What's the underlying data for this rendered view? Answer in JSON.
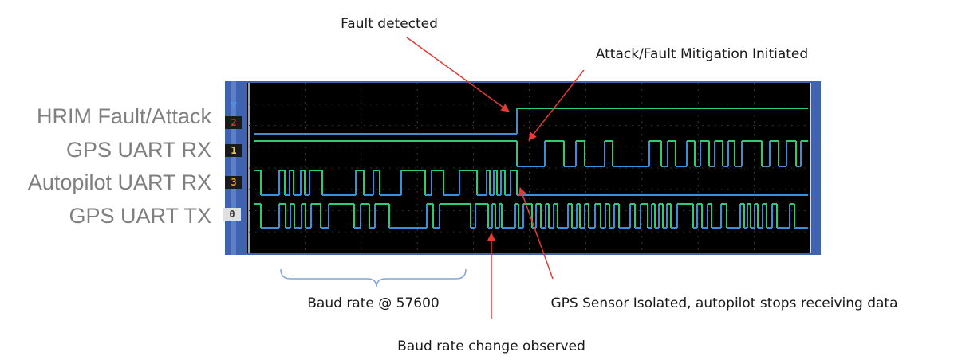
{
  "signals": [
    {
      "label": "HRIM Fault/Attack",
      "channel": "2",
      "badge_color": "#c0392b"
    },
    {
      "label": "GPS UART RX",
      "channel": "1",
      "badge_color": "#e8c840"
    },
    {
      "label": "Autopilot UART RX",
      "channel": "3",
      "badge_color": "#e8a030"
    },
    {
      "label": "GPS UART TX",
      "channel": "0",
      "badge_color": "#e0e0e0"
    }
  ],
  "annotations": {
    "fault_detected": "Fault detected",
    "mitigation": "Attack/Fault Mitigation Initiated",
    "isolated": "GPS Sensor Isolated, autopilot stops receiving data",
    "baud_rate": "Baud rate @ 57600",
    "baud_change": "Baud rate change observed"
  },
  "colors": {
    "scope_bg": "#000000",
    "frame": "#3f63b0",
    "trace_low": "#3a8fd8",
    "trace_high": "#2ecc71",
    "arrow": "#e53935",
    "brace": "#7fa7d9"
  }
}
